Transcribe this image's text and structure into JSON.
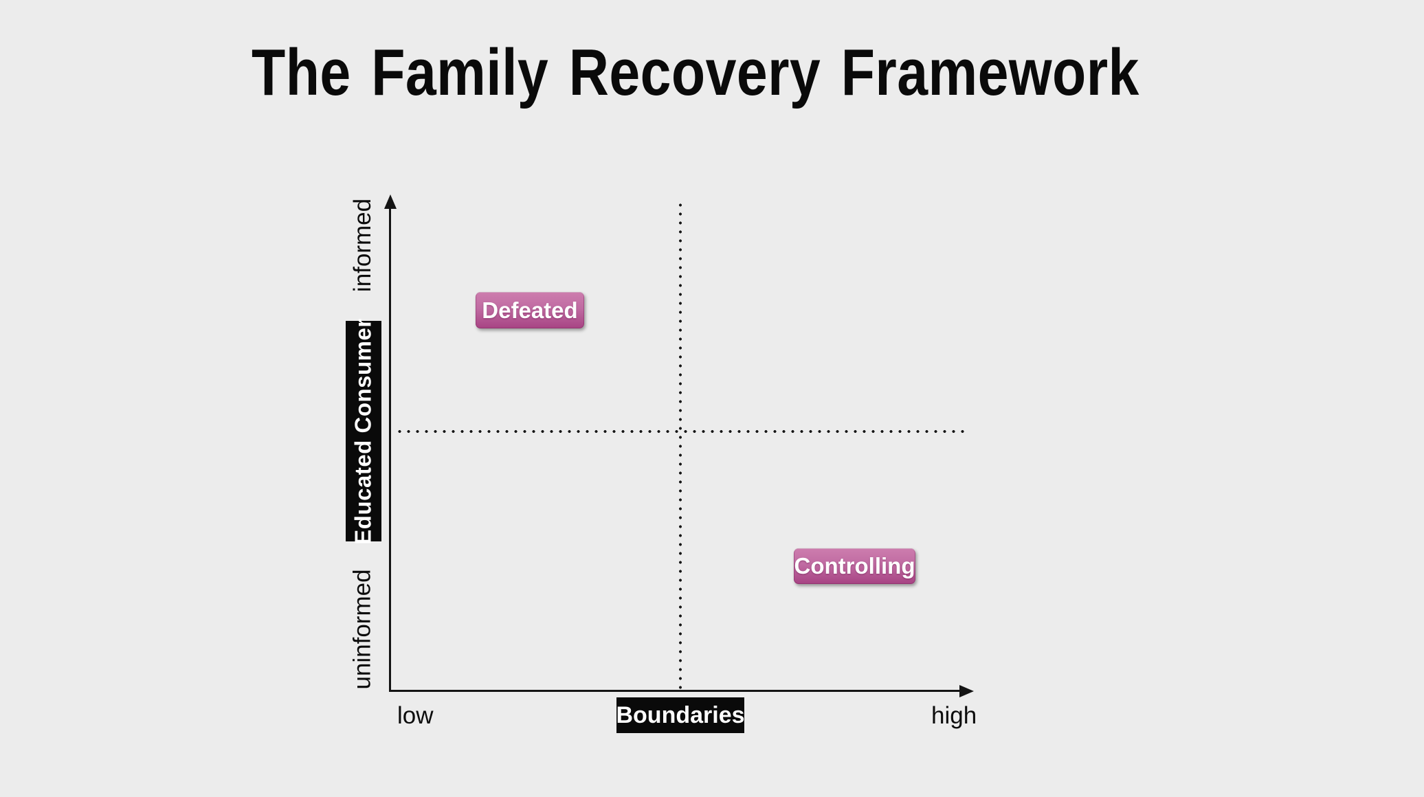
{
  "title": "The Family Recovery Framework",
  "colors": {
    "background": "#ececec",
    "ink": "#141414",
    "badge_gradient_top": "#cd7dae",
    "badge_gradient_bottom": "#a74383",
    "badge_text": "#ffffff",
    "axis_title_bg": "#0a0a0a",
    "axis_title_text": "#ffffff"
  },
  "diagram": {
    "y_axis": {
      "title": "Educated Consumer",
      "max_label": "informed",
      "min_label": "uninformed"
    },
    "x_axis": {
      "title": "Boundaries",
      "min_label": "low",
      "max_label": "high"
    },
    "badges": [
      {
        "label": "Defeated",
        "quadrant": "upper-left"
      },
      {
        "label": "Controlling",
        "quadrant": "lower-right"
      }
    ]
  }
}
